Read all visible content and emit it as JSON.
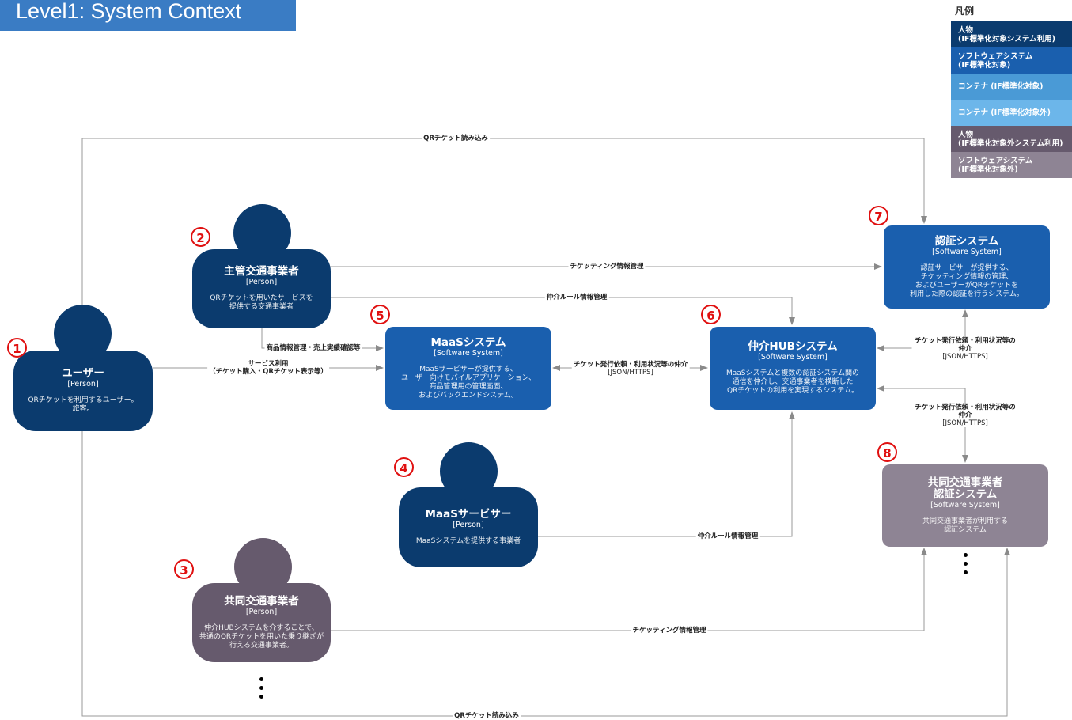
{
  "title": "Level1: System Context",
  "legend": {
    "title": "凡例",
    "items": [
      {
        "label": "人物\n(IF標準化対象システム利用)",
        "color": "#0b3b6e"
      },
      {
        "label": "ソフトウェアシステム\n(IF標準化対象)",
        "color": "#1a5fae"
      },
      {
        "label": "コンテナ (IF標準化対象)",
        "color": "#4a9ad6"
      },
      {
        "label": "コンテナ (IF標準化対象外)",
        "color": "#6cb6ea"
      },
      {
        "label": "人物\n(IF標準化対象外システム利用)",
        "color": "#665a6d"
      },
      {
        "label": "ソフトウェアシステム\n(IF標準化対象外)",
        "color": "#8e8494"
      }
    ]
  },
  "nodes": {
    "user": {
      "num": "1",
      "name": "ユーザー",
      "type": "[Person]",
      "desc": "QRチケットを利用するユーザー。\n旅客。"
    },
    "main_operator": {
      "num": "2",
      "name": "主管交通事業者",
      "type": "[Person]",
      "desc": "QRチケットを用いたサービスを\n提供する交通事業者"
    },
    "joint_operator": {
      "num": "3",
      "name": "共同交通事業者",
      "type": "[Person]",
      "desc": "仲介HUBシステムを介することで、\n共通のQRチケットを用いた乗り継ぎが\n行える交通事業者。"
    },
    "maas_provider": {
      "num": "4",
      "name": "MaaSサービサー",
      "type": "[Person]",
      "desc": "MaaSシステムを提供する事業者"
    },
    "maas_system": {
      "num": "5",
      "name": "MaaSシステム",
      "type": "[Software System]",
      "desc": "MaaSサービサーが提供する、\nユーザー向けモバイルアプリケーション、\n商品管理用の管理画面、\nおよびバックエンドシステム。"
    },
    "hub_system": {
      "num": "6",
      "name": "仲介HUBシステム",
      "type": "[Software System]",
      "desc": "MaaSシステムと複数の認証システム間の\n通信を仲介し、交通事業者を横断した\nQRチケットの利用を実現するシステム。"
    },
    "auth_system": {
      "num": "7",
      "name": "認証システム",
      "type": "[Software System]",
      "desc": "認証サービサーが提供する、\nチケッティング情報の管理、\nおよびユーザーがQRチケットを\n利用した際の認証を行うシステム。"
    },
    "joint_auth": {
      "num": "8",
      "name": "共同交通事業者\n認証システム",
      "type": "[Software System]",
      "desc": "共同交通事業者が利用する\n認証システム"
    }
  },
  "edges": {
    "qr_top": "QRチケット読み込み",
    "qr_bottom": "QRチケット読み込み",
    "ticketing_main": "チケッティング情報管理",
    "broker_rule_main": "仲介ルール情報管理",
    "product_mgmt": "商品情報管理・売上実績確認等",
    "service_use": "サービス利用\n（チケット購入・QRチケット表示等）",
    "maas_hub": "チケット発行依頼・利用状況等の仲介",
    "maas_hub_proto": "[JSON/HTTPS]",
    "hub_auth": "チケット発行依頼・利用状況等の仲介",
    "hub_auth_proto": "[JSON/HTTPS]",
    "hub_joint": "チケット発行依頼・利用状況等の仲介",
    "hub_joint_proto": "[JSON/HTTPS]",
    "broker_rule_provider": "仲介ルール情報管理",
    "ticketing_joint": "チケッティング情報管理"
  }
}
